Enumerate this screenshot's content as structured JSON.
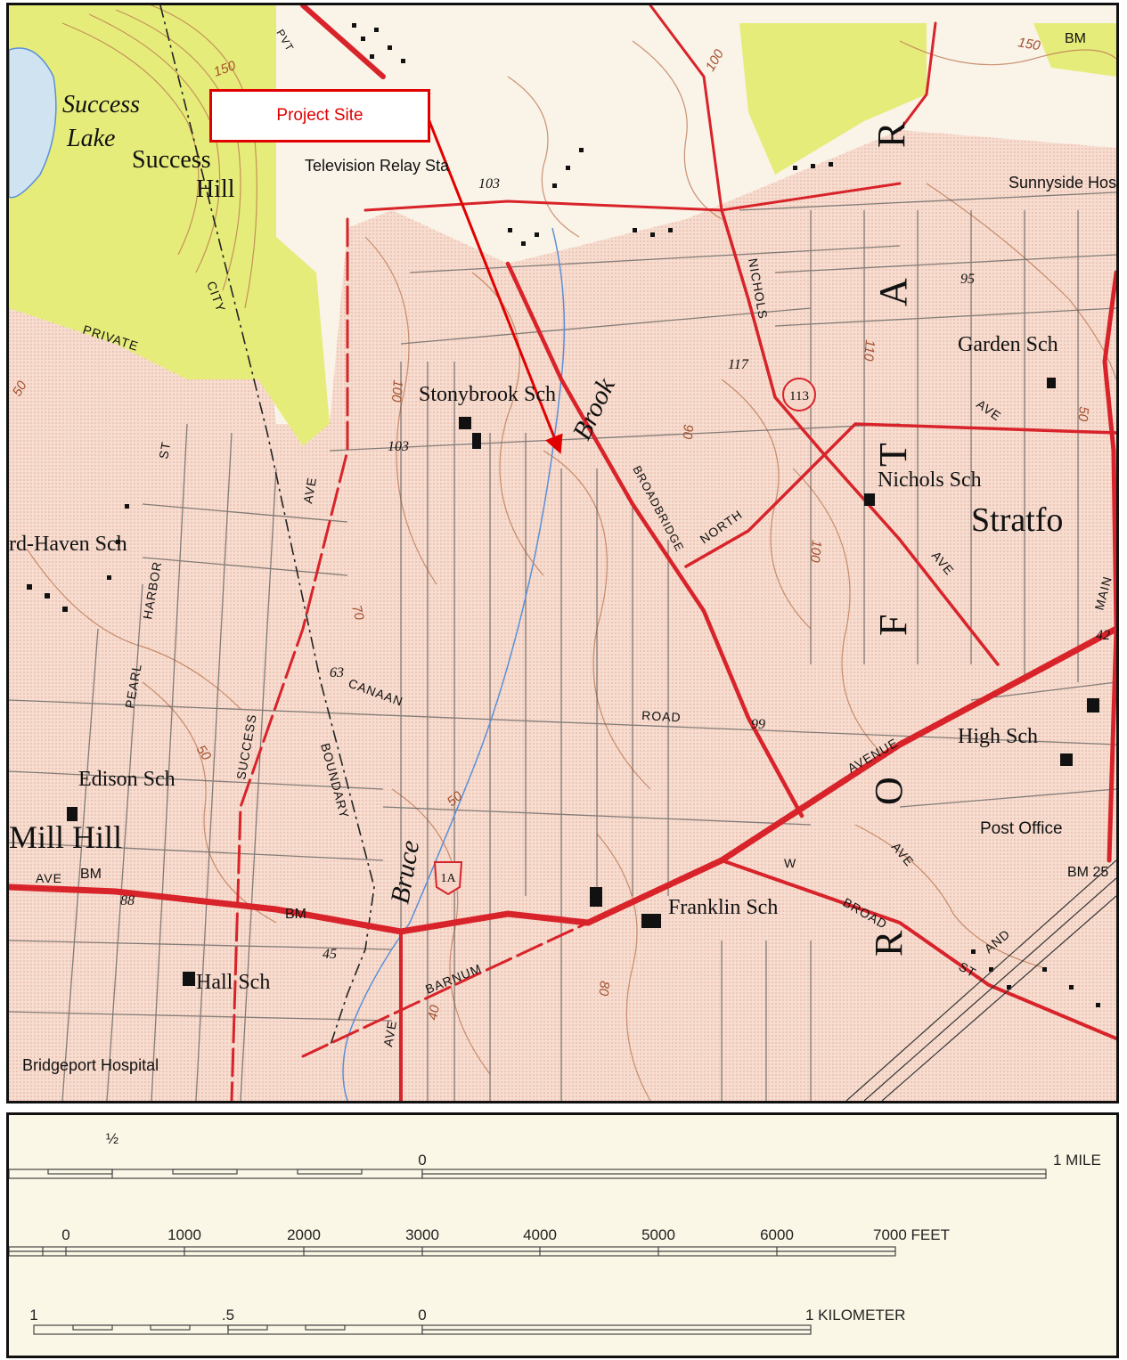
{
  "map": {
    "callout": {
      "label": "Project Site"
    },
    "place_labels": {
      "success_lake": "Success Lake",
      "success_hill": "Success Hill",
      "television_relay": "Television Relay Sta",
      "stonybrook_sch": "Stonybrook Sch",
      "sunnyside_hospital": "Sunnyside Hospital",
      "garden_sch": "Garden Sch",
      "nichols_sch": "Nichols Sch",
      "stratford": "Stratfo",
      "haven_sch": "rd-Haven Sch",
      "edison_sch": "Edison Sch",
      "mill_hill": "Mill Hill",
      "hall_sch": "Hall Sch",
      "bridgeport_hospital": "Bridgeport Hospital",
      "franklin_sch": "Franklin Sch",
      "high_sch": "High Sch",
      "post_office": "Post Office",
      "bruce": "Bruce",
      "brook": "Brook"
    },
    "street_labels": {
      "private": "PRIVATE",
      "city": "CITY",
      "nichols": "NICHOLS",
      "broadbridge": "BROADBRIDGE",
      "north": "NORTH",
      "ave_north": "AVE",
      "ave_nichols": "AVE",
      "canaan": "CANAAN",
      "road": "ROAD",
      "avenue": "AVENUE",
      "success": "SUCCESS",
      "boundary": "BOUNDARY",
      "pearl": "PEARL",
      "harbor": "HARBOR",
      "st_harbor": "ST",
      "ave_success": "AVE",
      "ave_millhill": "AVE",
      "barnum": "BARNUM",
      "ave_bruce": "AVE",
      "broad": "BROAD",
      "w": "W",
      "st_broad": "ST",
      "and": "AND",
      "main": "MAIN",
      "ave_mid": "AVE",
      "pvt": "PVT"
    },
    "big_letters": [
      "R",
      "A",
      "T",
      "F",
      "O",
      "R"
    ],
    "markers": {
      "bm_top": "BM",
      "bm_millhill": "BM",
      "bm_45": "BM",
      "bm_25": "BM 25",
      "route_113": "113",
      "route_1a": "1A"
    },
    "elevations": [
      "103",
      "103",
      "117",
      "95",
      "63",
      "99",
      "88",
      "45",
      "42",
      "100",
      "150",
      "50",
      "70",
      "50",
      "50",
      "40",
      "80",
      "90",
      "100",
      "110",
      "100",
      "50",
      "150"
    ]
  },
  "scale": {
    "mile": {
      "labels": [
        "½",
        "0",
        "1 MILE"
      ]
    },
    "feet": {
      "labels": [
        "0",
        "1000",
        "2000",
        "3000",
        "4000",
        "5000",
        "6000",
        "7000 FEET"
      ]
    },
    "km": {
      "labels": [
        "1",
        ".5",
        "0",
        "1 KILOMETER"
      ]
    }
  },
  "colors": {
    "urban_tint": "#f4dcd0",
    "woodland": "#e8ee7a",
    "road_major": "#d8232a",
    "contour": "#b8734d",
    "callout": "#e10000",
    "water": "#5a8fd8"
  }
}
